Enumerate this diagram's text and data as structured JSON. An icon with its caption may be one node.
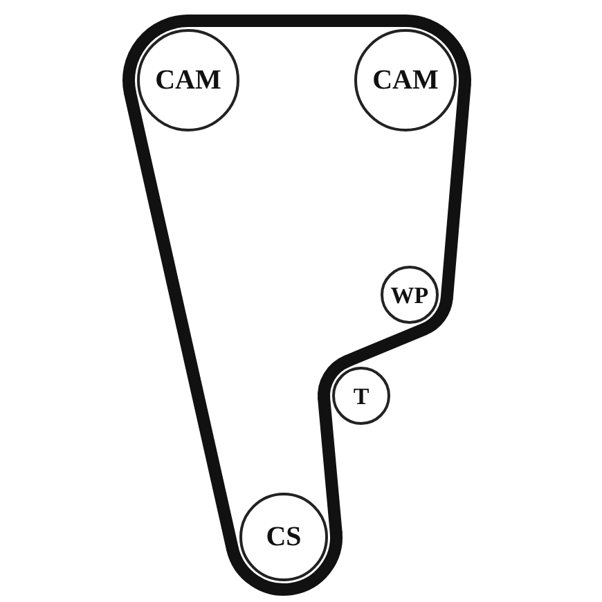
{
  "diagram": {
    "nodes": [
      {
        "text": [
          "CAM"
        ]
      },
      {
        "text": [
          "CAM"
        ]
      },
      {
        "text": [
          "WP"
        ]
      },
      {
        "text": [
          "T"
        ]
      },
      {
        "text": [
          "CS"
        ]
      }
    ],
    "edges": [
      {
        "from": 0,
        "to": 1,
        "arrow": "none"
      },
      {
        "from": 1,
        "to": 2,
        "arrow": "none"
      },
      {
        "from": 2,
        "to": 3,
        "arrow": "none"
      },
      {
        "from": 3,
        "to": 4,
        "arrow": "none"
      },
      {
        "from": 4,
        "to": 0,
        "arrow": "none"
      }
    ]
  }
}
